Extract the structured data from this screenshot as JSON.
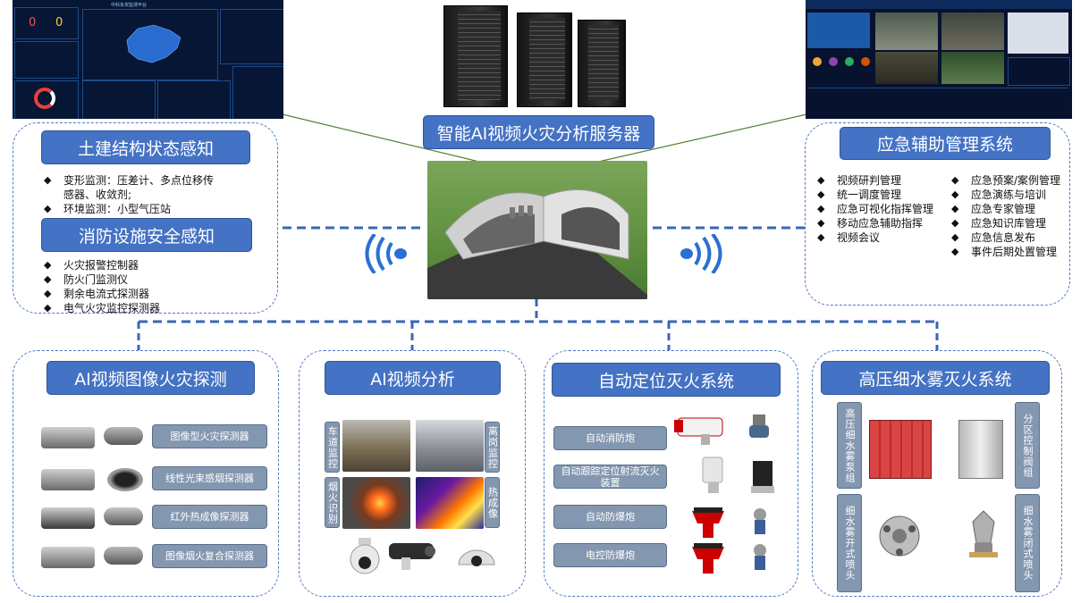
{
  "server": {
    "title": "智能AI视频火灾分析服务器"
  },
  "left_panel": {
    "header1": "土建结构状态感知",
    "items1": [
      "变形监测：压差计、多点位移传感器、收敛剂;",
      "环境监测：小型气压站"
    ],
    "header2": "消防设施安全感知",
    "items2": [
      "火灾报警控制器",
      "防火门监测仪",
      "剩余电流式探测器",
      "电气火灾监控探测器"
    ]
  },
  "right_panel": {
    "header": "应急辅助管理系统",
    "col1": [
      "视频研判管理",
      "统一调度管理",
      "应急可视化指挥管理",
      "移动应急辅助指挥",
      "视频会议"
    ],
    "col2": [
      "应急预案/案例管理",
      "应急演练与培训",
      "应急专家管理",
      "应急知识库管理",
      "应急信息发布",
      "事件后期处置管理"
    ]
  },
  "panel_ai_detect": {
    "header": "AI视频图像火灾探测",
    "items": [
      "图像型火灾探测器",
      "线性光束感烟探测器",
      "红外热成像探测器",
      "图像烟火复合探测器"
    ]
  },
  "panel_ai_analysis": {
    "header": "AI视频分析",
    "labels": [
      "车道监控",
      "离岗监控",
      "烟火识别",
      "热成像"
    ]
  },
  "panel_auto_fire": {
    "header": "自动定位灭火系统",
    "items": [
      "自动消防炮",
      "自动跟踪定位射流灭火装置",
      "自动防爆炮",
      "电控防爆炮"
    ]
  },
  "panel_water_mist": {
    "header": "高压细水雾灭火系统",
    "labels": [
      "高压细水雾泵组",
      "分区控制阀组",
      "细水雾开式喷头",
      "细水雾闭式喷头"
    ]
  },
  "dashboard_left": {
    "title": "中科永安监测平台",
    "counts": [
      "0",
      "0"
    ]
  },
  "colors": {
    "accent": "#4472c4",
    "item_bg": "#8497b0",
    "dash": "#4d79c4",
    "screen_bg": "#0a1a3a"
  }
}
